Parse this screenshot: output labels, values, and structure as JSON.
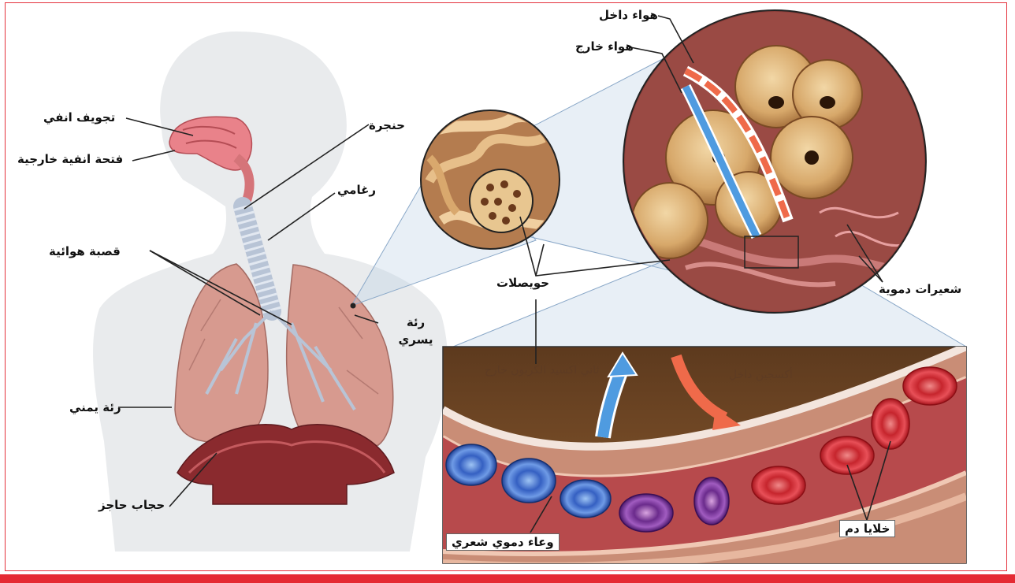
{
  "labels": {
    "nasal_cavity": "تجويف انفي",
    "nostril": "فتحة انفية خارجية",
    "larynx": "حنجرة",
    "pharynx": "رغامي",
    "trachea": "قصبة هوائية",
    "left_lung": "رئة يسري",
    "right_lung": "رئة يمني",
    "diaphragm": "حجاب حاجز",
    "air_in": "هواء داخل",
    "air_out": "هواء خارج",
    "alveoli": "حويصلات",
    "blood_capillaries": "شعيرات دموية",
    "co2_out": "ثاني اكسيد الكربون خارج",
    "o2_in": "أكسجين داخل",
    "capillary_vessel": "وعاء دموي شعري",
    "blood_cells": "خلايا دم"
  },
  "colors": {
    "frame": "#e4323c",
    "bottom_bar": "#e52a33",
    "silhouette": "#e9ebed",
    "lung": "#d79a8f",
    "airway": "#b8c4d6",
    "air_out_arrow": "#4f9be0",
    "air_in_arrow": "#ef6a4a",
    "red_cell": "#d9363c",
    "blue_cell": "#3f6fc9",
    "purple_cell": "#7a3b9a"
  }
}
